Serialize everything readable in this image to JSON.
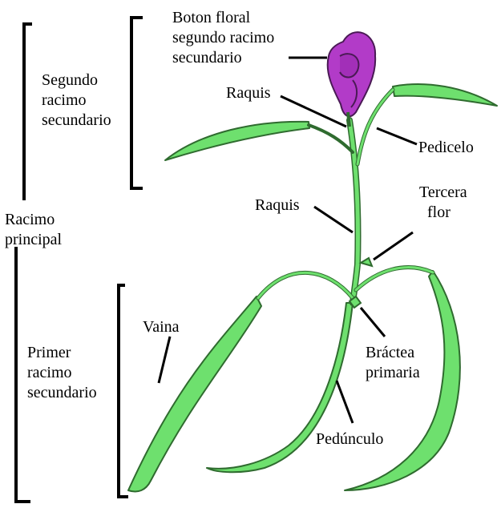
{
  "labels": {
    "boton_floral": [
      "Boton floral",
      "segundo racimo",
      "secundario"
    ],
    "raquis_top": "Raquis",
    "pedicelo": "Pedicelo",
    "segundo_racimo": [
      "Segundo",
      "racimo",
      "secundario"
    ],
    "racimo_principal": [
      "Racimo",
      "principal"
    ],
    "raquis_mid": "Raquis",
    "tercera_flor": [
      "Tercera",
      "flor"
    ],
    "vaina": "Vaina",
    "primer_racimo": [
      "Primer",
      "racimo",
      "secundario"
    ],
    "bractea": [
      "Bráctea",
      "primaria"
    ],
    "pedunculo": "Pedúnculo"
  },
  "colors": {
    "plant_green": "#6ee06e",
    "plant_outline": "#2f6b2f",
    "flower_purple": "#b23bc8",
    "flower_outline": "#4a1a55",
    "ink": "#000000"
  }
}
